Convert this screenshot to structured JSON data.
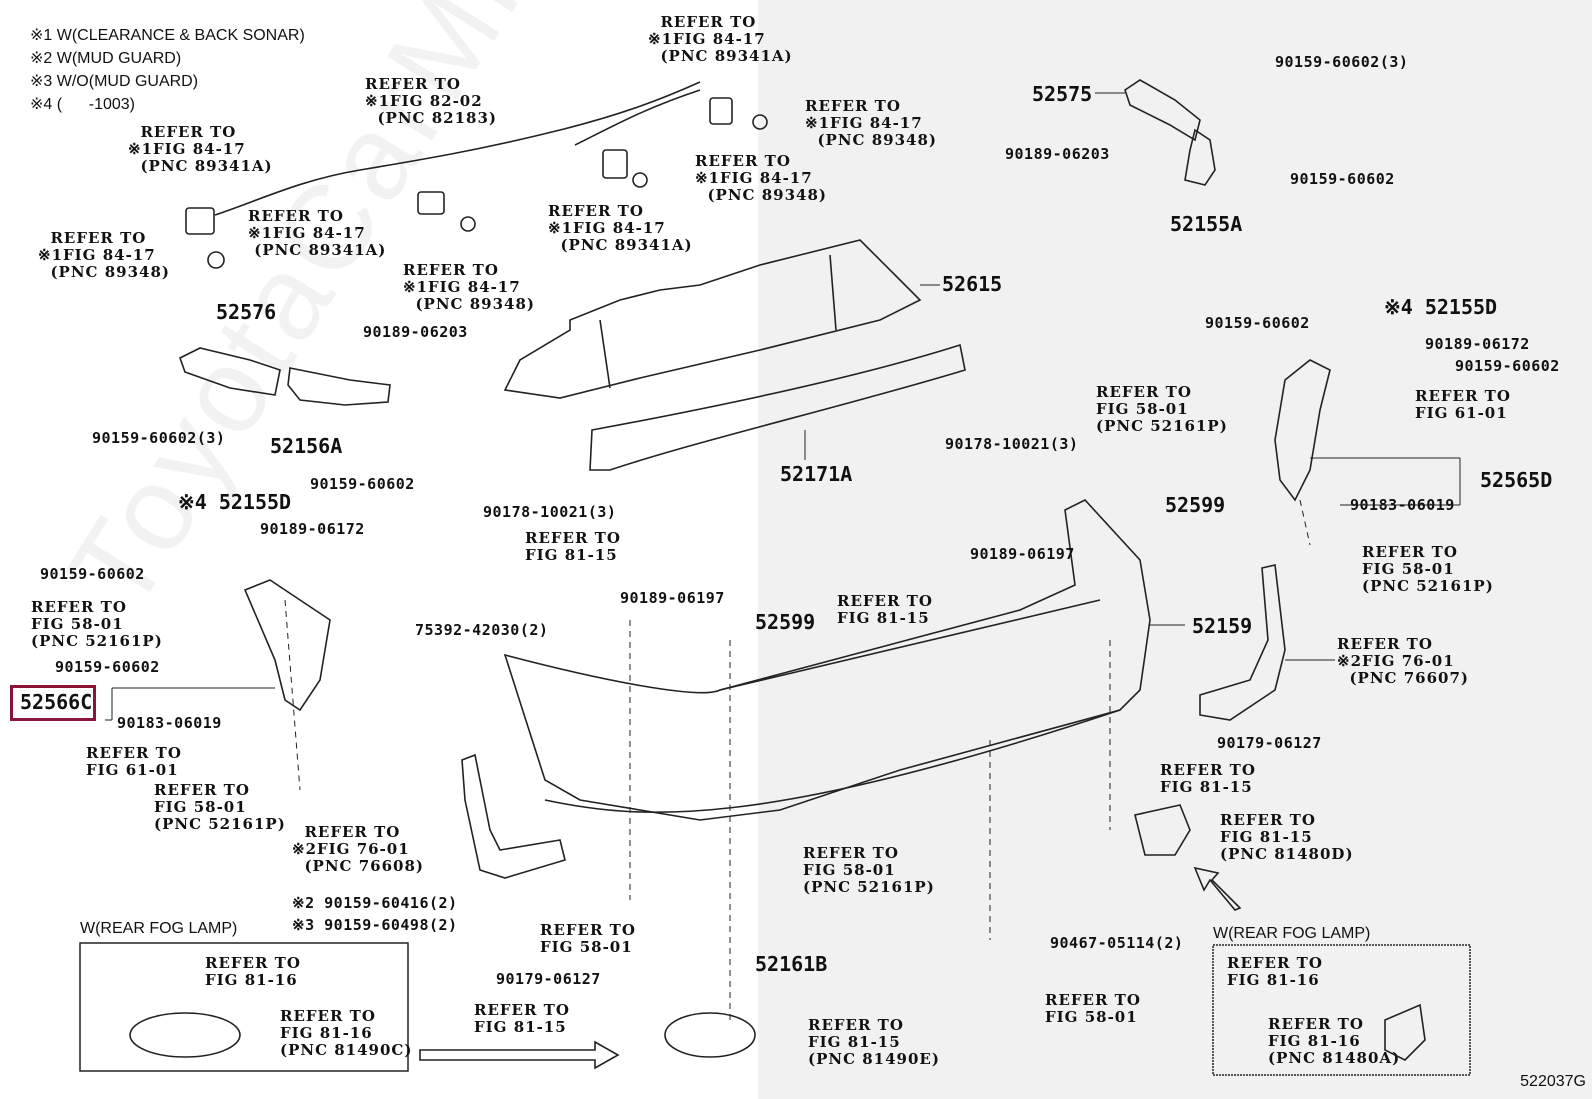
{
  "diagram": {
    "notes": [
      "※1 W(CLEARANCE & BACK SONAR)",
      "※2 W(MUD GUARD)",
      "※3 W/O(MUD GUARD)",
      "※4 (      -1003)"
    ],
    "figure_id": "522037G",
    "highlighted_part": "52566C",
    "watermark": "ToyotaCarMir.ru",
    "callouts": {
      "c_82183": "REFER TO\n※1FIG 82-02\n  (PNC 82183)",
      "c_top_89341a": "  REFER TO\n※1FIG 84-17\n  (PNC 89341A)",
      "c_89348_right": "REFER TO\n※1FIG 84-17\n  (PNC 89348)",
      "c_left_89341a": "  REFER TO\n※1FIG 84-17\n  (PNC 89341A)",
      "c_mid_89348": "REFER TO\n※1FIG 84-17\n  (PNC 89348)",
      "c_mid_89341a": "REFER TO\n※1FIG 84-17\n (PNC 89341A)",
      "c_lower_89341a": "REFER TO\n※1FIG 84-17\n  (PNC 89341A)",
      "c_left_89348": "  REFER TO\n※1FIG 84-17\n  (PNC 89348)",
      "c_center_89348": "REFER TO\n※1FIG 84-17\n  (PNC 89348)",
      "c_right_5801": "REFER TO\nFIG 58-01\n(PNC 52161P)",
      "c_right_6101": "REFER TO\nFIG 61-01",
      "c_left_5801": "REFER TO\nFIG 58-01\n(PNC 52161P)",
      "c_left_6101": "REFER TO\nFIG 61-01",
      "c_left_5801b": "REFER TO\nFIG 58-01\n(PNC 52161P)",
      "c_8115_a": "REFER TO\nFIG 81-15",
      "c_8115_b": "REFER TO\nFIG 81-15",
      "c_7601_76608": "  REFER TO\n※2FIG 76-01\n  (PNC 76608)",
      "c_5801_mid": "REFER TO\nFIG 58-01\n(PNC 52161P)",
      "c_5801_right_clip": "REFER TO\nFIG 58-01\n(PNC 52161P)",
      "c_7601_76607": "REFER TO\n※2FIG 76-01\n  (PNC 76607)",
      "c_8115_right": "REFER TO\nFIG 81-15",
      "c_81480d": "REFER TO\nFIG 81-15\n(PNC 81480D)",
      "c_5801_bottom": "REFER TO\nFIG 58-01",
      "c_5801_bottom_right": "REFER TO\nFIG 58-01",
      "c_8115_bottom": "REFER TO\nFIG 81-15",
      "c_81490e": "REFER TO\nFIG 81-15\n(PNC 81490E)"
    },
    "parts": {
      "p52575": "52575",
      "p52155a": "52155A",
      "p90159_3_top": "90159-60602(3)",
      "p90189_06203_r": "90189-06203",
      "p90159_r": "90159-60602",
      "p52615": "52615",
      "p52576": "52576",
      "p90189_06203_l": "90189-06203",
      "p90159_3_l": "90159-60602(3)",
      "p52156a": "52156A",
      "p90159_l2": "90159-60602",
      "p52171a": "52171A",
      "p90178_r": "90178-10021(3)",
      "p90178_l": "90178-10021(3)",
      "p52155d_r": "※4 52155D",
      "p90159_r2": "90159-60602",
      "p90189_06172_r": "90189-06172",
      "p90159_r3": "90159-60602",
      "p52565d": "52565D",
      "p90183_r": "90183-06019",
      "p52599_r": "52599",
      "p90189_06197_r": "90189-06197",
      "p52159": "52159",
      "p52155d_l": "※4 52155D",
      "p90189_06172_l": "90189-06172",
      "p90159_l3": "90159-60602",
      "p90159_l4": "90159-60602",
      "p52566c": "52566C",
      "p90183_l": "90183-06019",
      "p75392": "75392-42030(2)",
      "p90189_06197_m": "90189-06197",
      "p52599_m": "52599",
      "p90179_r": "90179-06127",
      "p90159_60416": "※2 90159-60416(2)",
      "p90159_60498": "※3 90159-60498(2)",
      "p52161b": "52161B",
      "p90179_m": "90179-06127",
      "p90467": "90467-05114(2)"
    },
    "fog_left": {
      "caption": "W(REAR FOG LAMP)",
      "c1": "REFER TO\nFIG 81-16",
      "c2": "REFER TO\nFIG 81-16\n(PNC 81490C)"
    },
    "fog_right": {
      "caption": "W(REAR FOG LAMP)",
      "c1": "REFER TO\nFIG 81-16",
      "c2": "REFER TO\nFIG 81-16\n(PNC 81480A)"
    },
    "colors": {
      "highlight": "#8b1538",
      "right_panel_bg": "#f1f1f1",
      "ink": "#111111"
    }
  }
}
